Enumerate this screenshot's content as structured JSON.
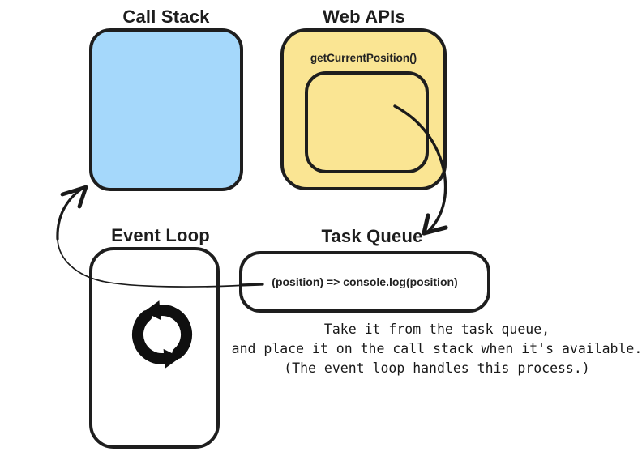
{
  "diagram": {
    "call_stack": {
      "title": "Call Stack"
    },
    "web_apis": {
      "title": "Web APIs",
      "task_label": "getCurrentPosition()"
    },
    "event_loop": {
      "title": "Event Loop",
      "icon": "sync-loop-icon"
    },
    "task_queue": {
      "title": "Task Queue",
      "callback_label": "(position) => console.log(position)"
    },
    "caption": {
      "line1": "Take it from the task queue,",
      "line2": "and place it on the call stack when it's available.",
      "line3": "(The event loop handles this process.)"
    },
    "arrows": [
      {
        "name": "web-apis-to-task-queue"
      },
      {
        "name": "task-queue-to-call-stack"
      }
    ],
    "colors": {
      "call_stack_fill": "#a5d8fb",
      "web_apis_fill": "#fae593",
      "stroke": "#1e1e1e",
      "background": "#ffffff"
    }
  }
}
